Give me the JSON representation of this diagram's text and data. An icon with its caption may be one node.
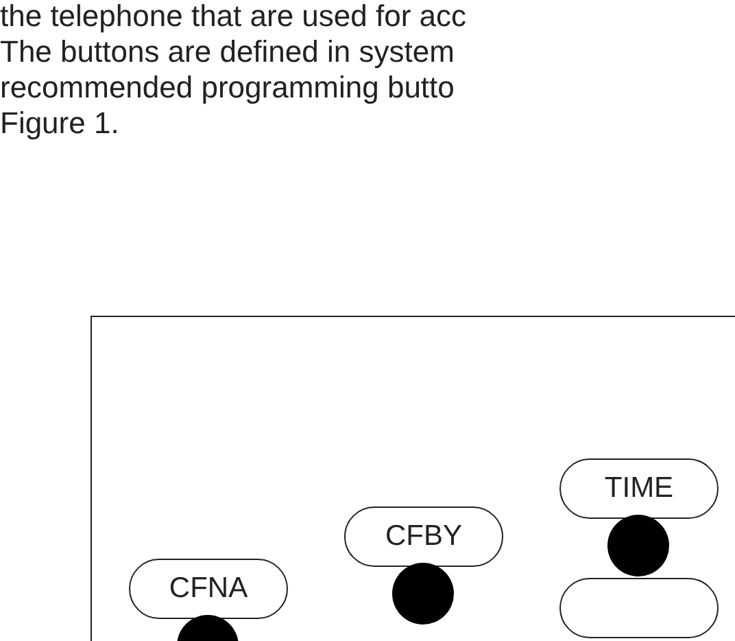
{
  "diagram": {
    "nodes": [
      {
        "text": [],
        "shape": "box"
      },
      {
        "text": [
          "TIME"
        ],
        "in": 0
      },
      {
        "text": [
          "CFBY"
        ],
        "in": 0
      },
      {
        "text": [
          "CFNA"
        ],
        "in": 0
      },
      {
        "text": [],
        "shape": "box",
        "in": 0
      }
    ],
    "labels": [
      "the telephone that are used for acc",
      "The buttons are defined in system",
      "recommended programming butto",
      "Figure 1."
    ]
  }
}
